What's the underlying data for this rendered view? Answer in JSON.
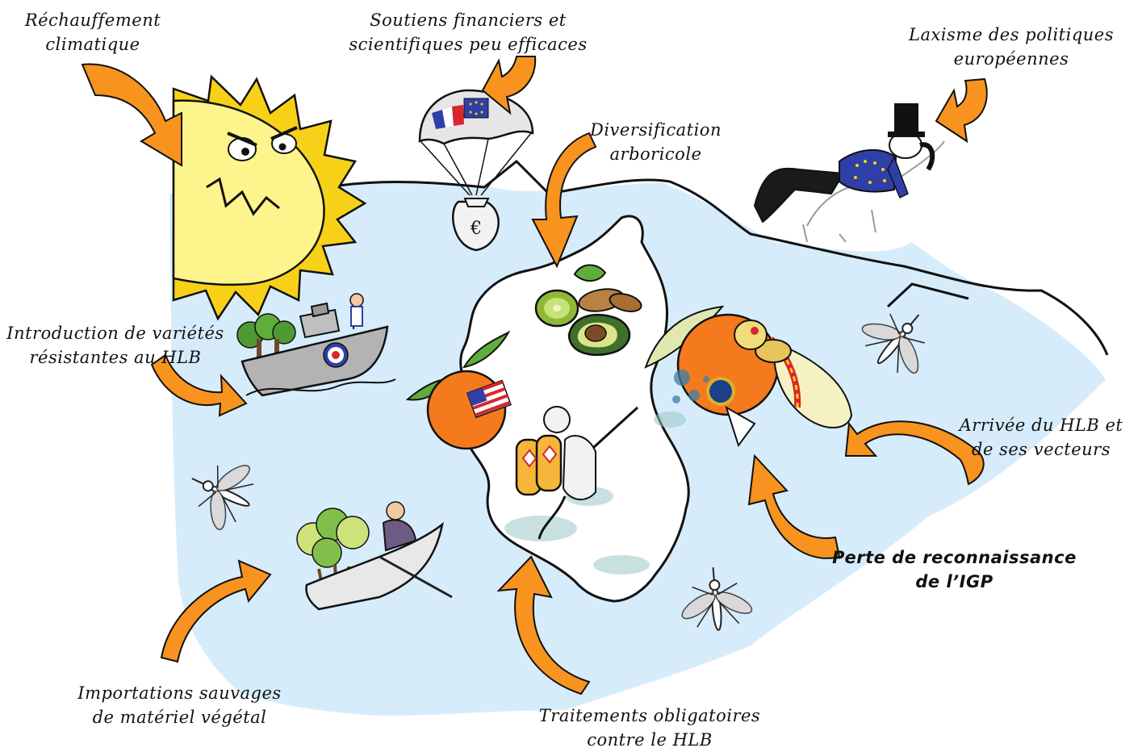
{
  "colors": {
    "sea": "#d6ecfb",
    "arrow": "#f7931e",
    "sun": "#fdf48b",
    "sun_rays": "#f7d117",
    "orange_fruit": "#f57a1e",
    "eu_blue": "#2f3fa8",
    "outline": "#111111"
  },
  "labels": {
    "rechauffement": [
      "Réchauffement",
      "climatique"
    ],
    "soutiens": [
      "Soutiens financiers et",
      "scientifiques peu efficaces"
    ],
    "laxisme": [
      "Laxisme des politiques",
      "européennes"
    ],
    "diversification": [
      "Diversification",
      "arboricole"
    ],
    "introduction": [
      "Introduction de variétés",
      "résistantes au HLB"
    ],
    "arrivee": [
      "Arrivée du HLB et",
      "de ses vecteurs"
    ],
    "perte": [
      "Perte de reconnaissance",
      "de l’IGP"
    ],
    "importations": [
      "Importations sauvages",
      "de matériel végétal"
    ],
    "traitements": [
      "Traitements obligatoires",
      "contre le HLB"
    ]
  },
  "icons": {
    "sun": "angry-sun-icon",
    "parachute": "parachute-money-bag-icon",
    "politician": "lounging-politician-icon",
    "fruit_bowl": "kiwi-avocado-almond-icon",
    "tangerine": "us-flag-tangerine-icon",
    "ship": "navy-ship-icon",
    "boat": "rowing-boat-icon",
    "sprayer": "pesticide-sprayer-icon",
    "psyllid": "psyllid-insect-icon",
    "orange": "infected-orange-icon",
    "mosquito": "mosquito-icon"
  }
}
